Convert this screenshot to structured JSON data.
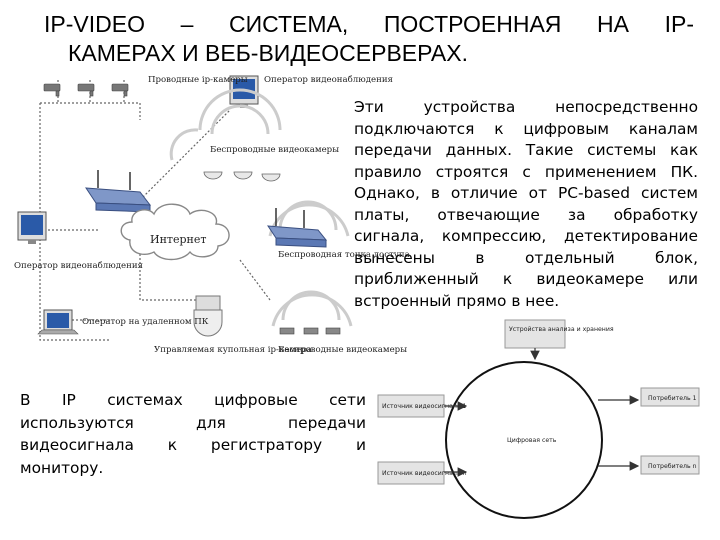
{
  "title": {
    "line1": "IP-VIDEO – СИСТЕМА, ПОСТРОЕННАЯ НА IP-",
    "line2": "КАМЕРАХ И ВЕБ-ВИДЕОСЕРВЕРАХ."
  },
  "paragraph_right": "Эти устройства непосредственно подключаются к цифровым каналам передачи данных. Такие системы как правило строятся с применением ПК. Однако, в отличие от PC-based систем платы, отвечающие за обработку сигнала, компрессию, детектирование вынесены в отдельный блок, приближенный к видеокамере или встроенный прямо в нее.",
  "paragraph_left": "В IP системах цифровые сети используются для передачи видеосигнала к регистратору и монитору.",
  "network_diagram": {
    "wired_cameras": "Проводные ip-камеры",
    "operator_top": "Оператор видеонаблюдения",
    "wireless_cameras_top": "Беспроводные видеокамеры",
    "internet": "Интернет",
    "access_point": "Беспроводная точка доступа",
    "operator_left": "Оператор видеонаблюдения",
    "remote_operator": "Оператор на удаленном ПК",
    "dome_camera": "Управляемая купольная ip-камера",
    "wireless_cameras_bottom": "Беспроводные видеокамеры"
  },
  "flow_diagram": {
    "analytics": "Устройства анализа и хранения",
    "source_1": "Источник видеосигнала 1",
    "source_n": "Источник видеосигнала n",
    "network": "Цифровая сеть",
    "consumer_1": "Потребитель 1",
    "consumer_n": "Потребитель n"
  },
  "colors": {
    "router": "#5b78b4",
    "monitor_screen": "#2a5aa8",
    "line": "#333333"
  }
}
